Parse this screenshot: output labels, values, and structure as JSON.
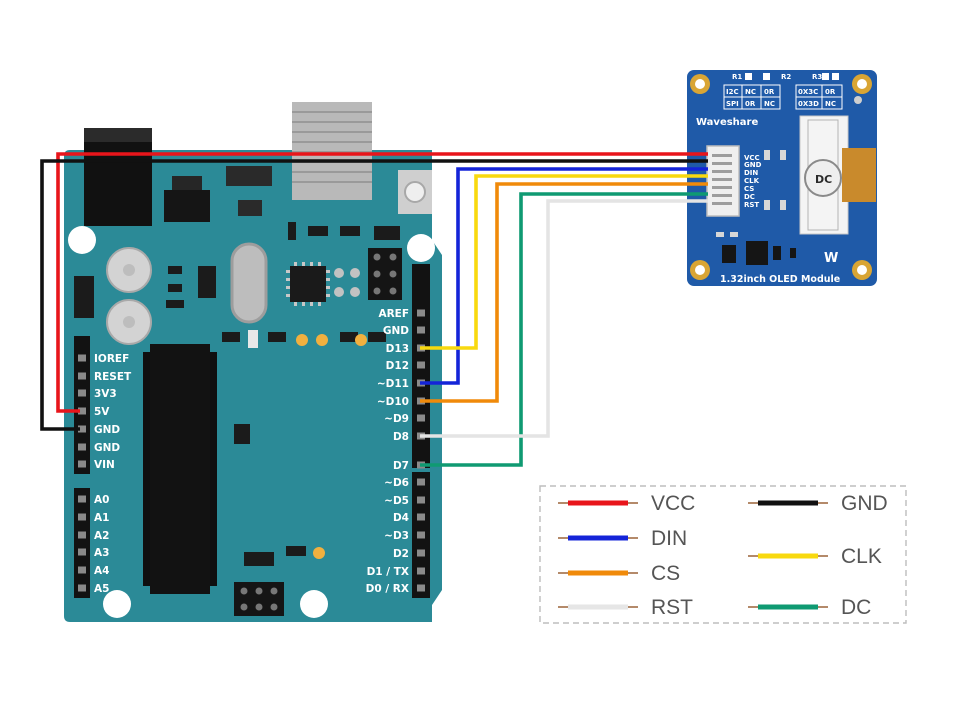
{
  "arduino": {
    "left_pins": [
      "IOREF",
      "RESET",
      "3V3",
      "5V",
      "GND",
      "GND",
      "VIN",
      "A0",
      "A1",
      "A2",
      "A3",
      "A4",
      "A5"
    ],
    "right_pins": [
      "AREF",
      "GND",
      "D13",
      "D12",
      "~D11",
      "~D10",
      "~D9",
      "D8",
      "D7",
      "~D6",
      "~D5",
      "D4",
      "~D3",
      "D2",
      "D1 / TX",
      "D0 / RX"
    ]
  },
  "module": {
    "brand": "Waveshare",
    "name": "1.32inch OLED Module",
    "pins": [
      "VCC",
      "GND",
      "DIN",
      "CLK",
      "CS",
      "DC",
      "RST"
    ],
    "resistors": {
      "r1": "R1",
      "r2": "R2",
      "r3": "R3",
      "table_left": [
        [
          "I2C",
          "NC",
          "0R"
        ],
        [
          "SPI",
          "0R",
          "NC"
        ]
      ],
      "table_right": [
        [
          "0X3C",
          "0R"
        ],
        [
          "0X3D",
          "NC"
        ]
      ]
    }
  },
  "legend": [
    {
      "label": "VCC",
      "color": "#e8151b"
    },
    {
      "label": "GND",
      "color": "#111111"
    },
    {
      "label": "DIN",
      "color": "#1424d8"
    },
    {
      "label": "CLK",
      "color": "#f8d90f"
    },
    {
      "label": "CS",
      "color": "#f08a0a"
    },
    {
      "label": "RST",
      "color": "#e6e6e6"
    },
    {
      "label": "DC",
      "color": "#0f9a72"
    }
  ],
  "colors": {
    "board": "#2b8a97",
    "board_dark": "#1f6e7a",
    "module": "#1f5aa8"
  }
}
